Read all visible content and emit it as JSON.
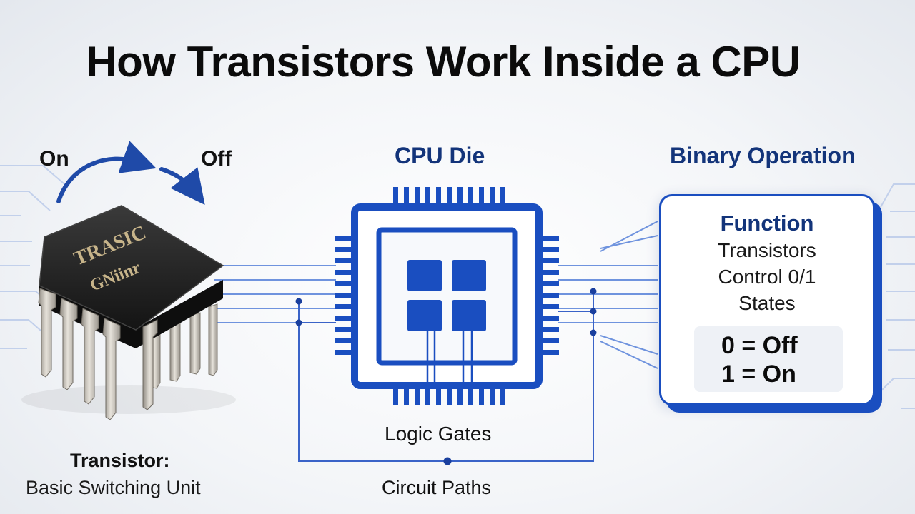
{
  "title": "How Transistors Work Inside a CPU",
  "switch": {
    "on_label": "On",
    "off_label": "Off"
  },
  "transistor": {
    "chip_text_line1": "TRASIC",
    "chip_text_line2": "GNiinr",
    "title": "Transistor:",
    "subtitle": "Basic Switching Unit"
  },
  "cpu": {
    "title": "CPU Die",
    "logic_label": "Logic Gates",
    "paths_label": "Circuit Paths"
  },
  "binary": {
    "title": "Binary Operation",
    "function_title": "Function",
    "lines": [
      "Transistors",
      "Control 0/1",
      "States"
    ],
    "states": [
      "0 = Off",
      "1 = On"
    ]
  },
  "colors": {
    "accent": "#1a4ec0",
    "navy": "#13347a",
    "line": "#3a63c8",
    "chip_body": "#1c1c1c",
    "pin": "#b8b2a8"
  }
}
